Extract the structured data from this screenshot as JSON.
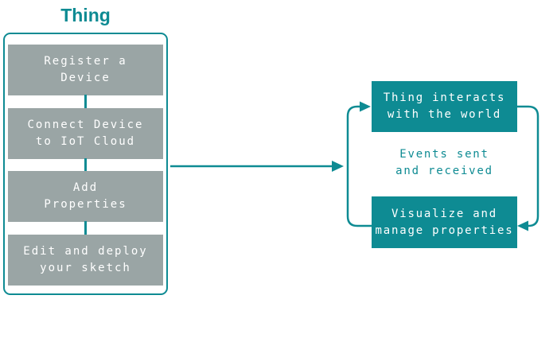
{
  "title": "Thing",
  "colors": {
    "teal": "#0E8B93",
    "gray": "#9AA5A5",
    "box_text": "#FFFFFF",
    "background": "#FFFFFF"
  },
  "left_panel": {
    "steps": [
      {
        "label": "Register a\nDevice"
      },
      {
        "label": "Connect Device\nto IoT Cloud"
      },
      {
        "label": "Add\nProperties"
      },
      {
        "label": "Edit and deploy\nyour sketch"
      }
    ]
  },
  "cycle": {
    "top_box_label": "Thing interacts\nwith the world",
    "middle_label": "Events sent\nand received",
    "bottom_box_label": "Visualize and\nmanage properties"
  },
  "icons": {
    "flow_arrow": "right-arrow",
    "cycle_up": "loop-up-arrow",
    "cycle_down": "loop-down-arrow"
  }
}
